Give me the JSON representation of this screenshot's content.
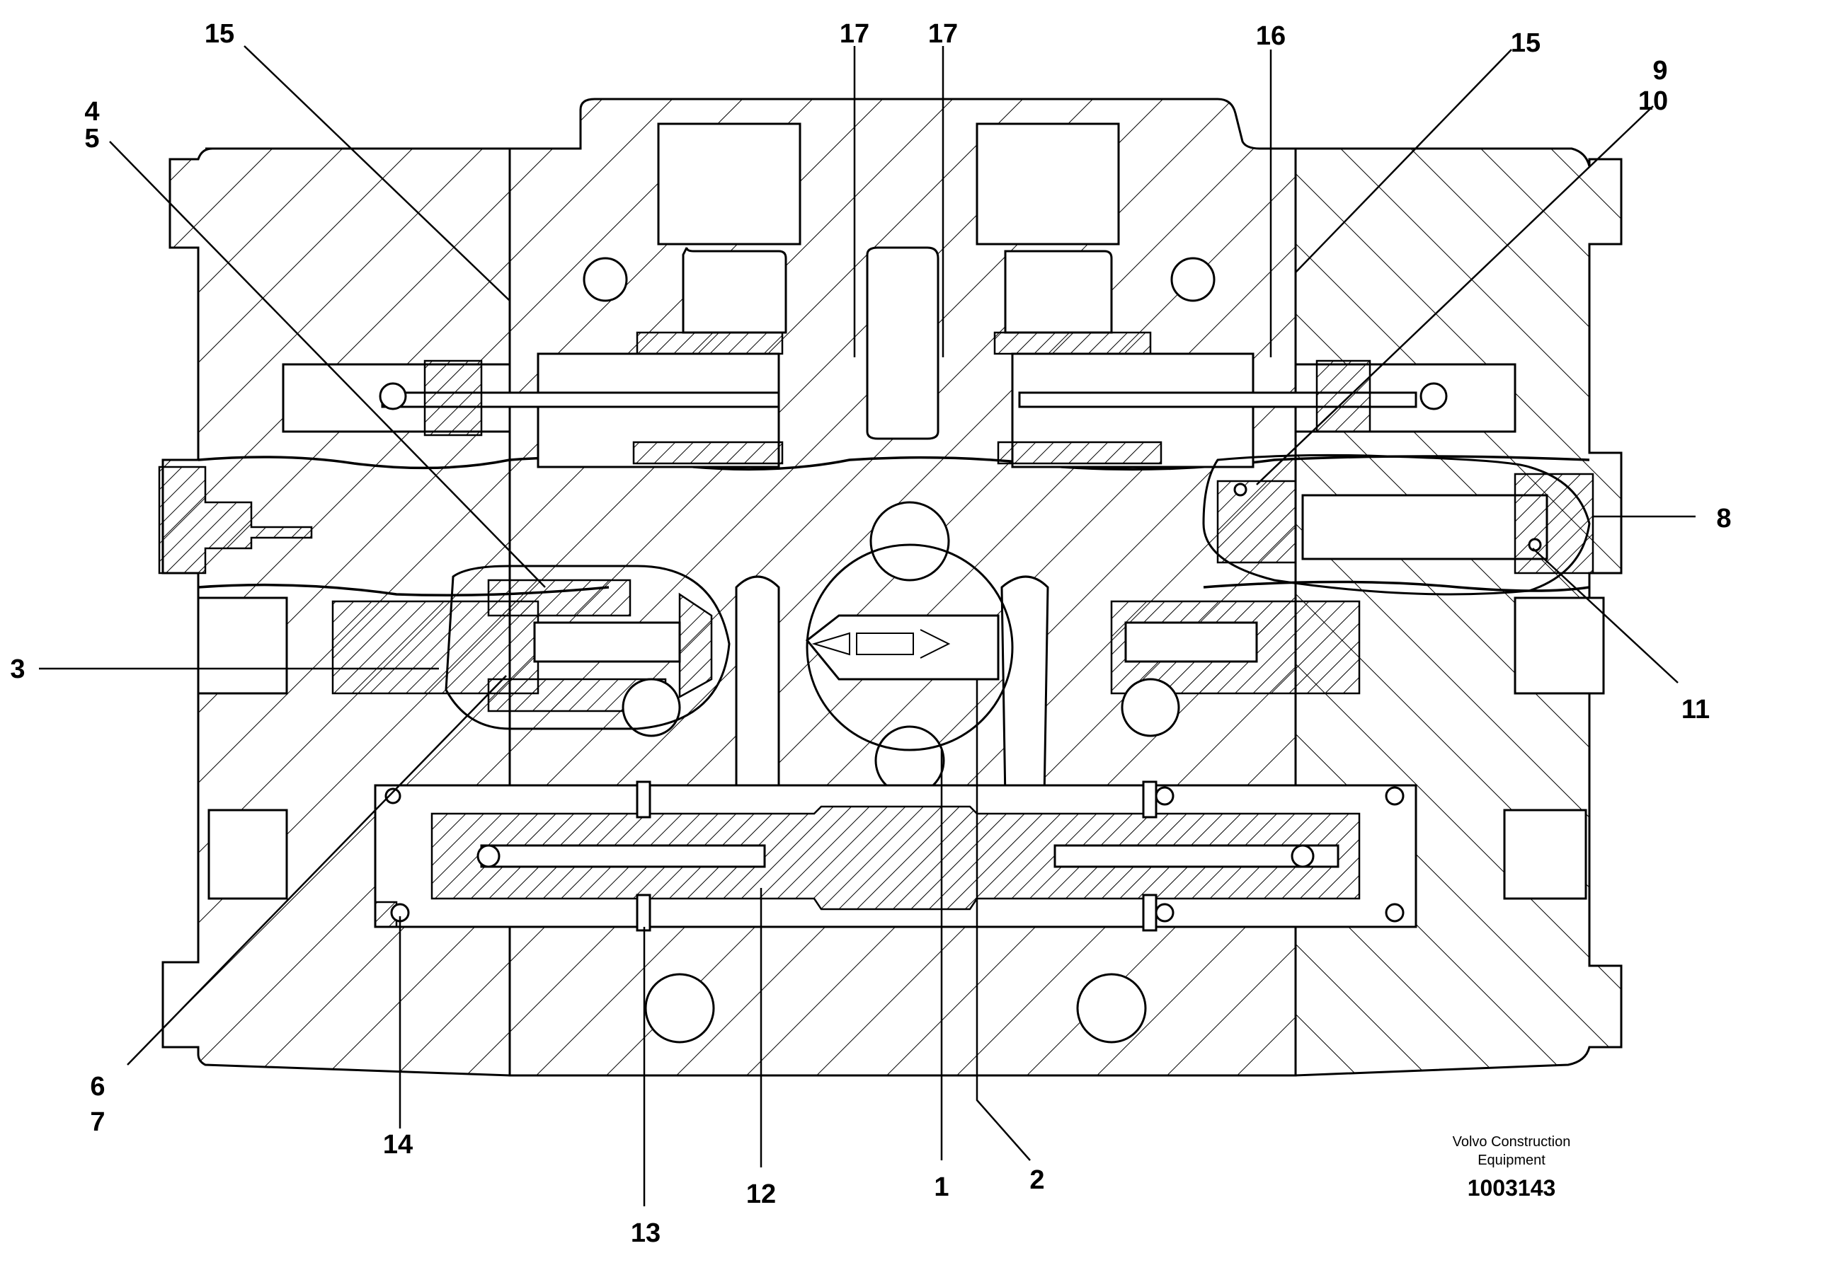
{
  "callouts": {
    "c15a": "15",
    "c17a": "17",
    "c17b": "17",
    "c16": "16",
    "c15b": "15",
    "c9": "9",
    "c10": "10",
    "c4": "4",
    "c5": "5",
    "c8": "8",
    "c3": "3",
    "c11": "11",
    "c6": "6",
    "c7": "7",
    "c14": "14",
    "c12": "12",
    "c1": "1",
    "c2": "2",
    "c13": "13"
  },
  "credit": {
    "line1": "Volvo Construction",
    "line2": "Equipment",
    "doc_number": "1003143"
  }
}
